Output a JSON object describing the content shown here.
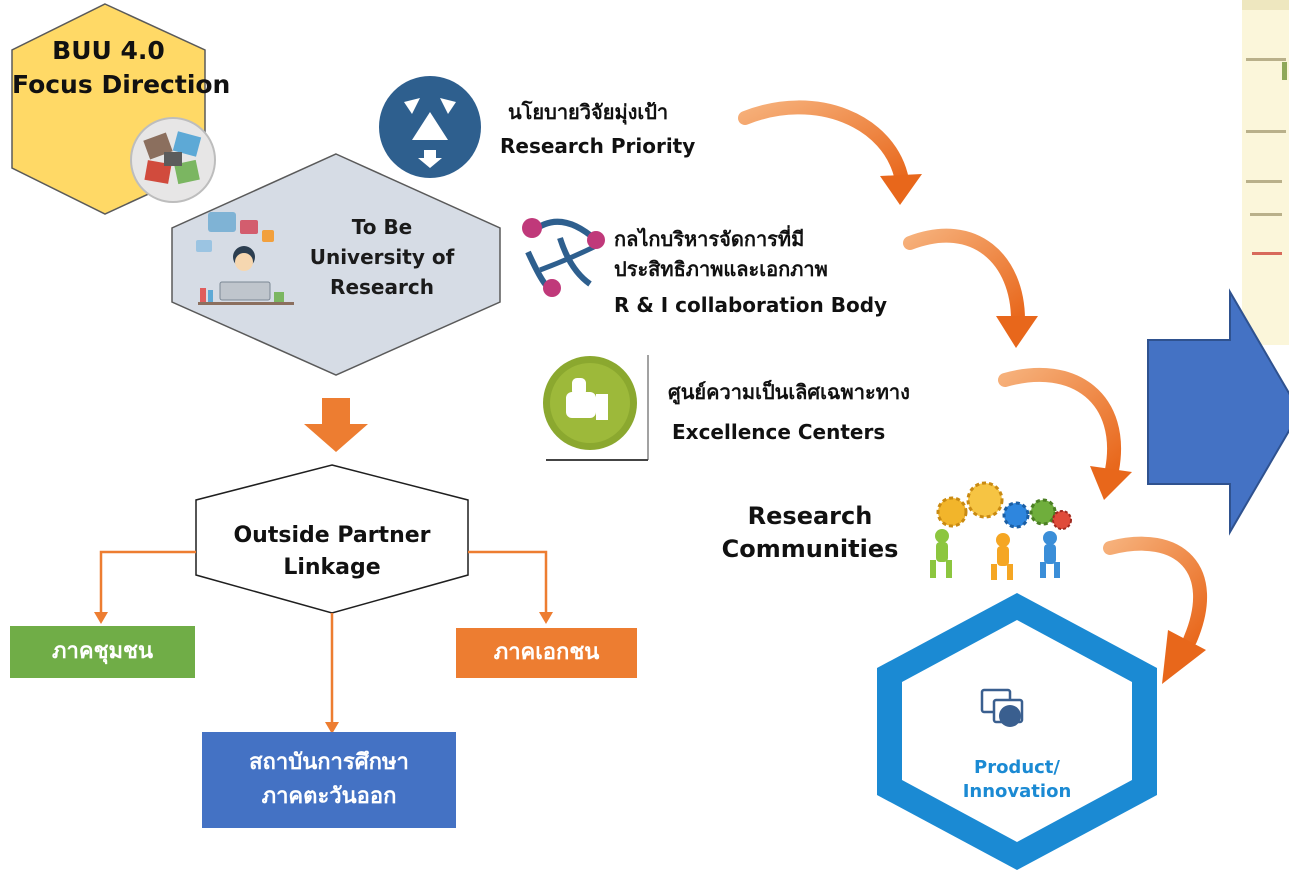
{
  "focus": {
    "line1": "BUU 4.0",
    "line2": "Focus Direction"
  },
  "tobe": {
    "line1": "To Be",
    "line2": "University of",
    "line3": "Research"
  },
  "partner": {
    "line1": "Outside Partner",
    "line2": "Linkage"
  },
  "sectors": {
    "community": "ภาคชุมชน",
    "private": "ภาคเอกชน",
    "education_line1": "สถาบันการศึกษา",
    "education_line2": "ภาคตะวันออก"
  },
  "steps": {
    "policy_th": "นโยบายวิจัยมุ่งเป้า",
    "policy_en": "Research Priority",
    "mechanism_th1": "กลไกบริหารจัดการที่มี",
    "mechanism_th2": "ประสิทธิภาพและเอกภาพ",
    "mechanism_en": "R & I collaboration Body",
    "excellence_th": "ศูนย์ความเป็นเลิศเฉพาะทาง",
    "excellence_en": "Excellence Centers",
    "communities_line1": "Research",
    "communities_line2": "Communities"
  },
  "product": {
    "line1": "Product/",
    "line2": "Innovation"
  },
  "colors": {
    "focus_fill": "#FFD966",
    "tobe_fill": "#D6DCE5",
    "down_arrow": "#ED7D31",
    "community_fill": "#70AD47",
    "private_fill": "#ED7D31",
    "education_fill": "#4472C4",
    "curved_arrow": "#ED7D31",
    "big_arrow": "#4472C4",
    "hexagon_frame": "#1B8AD3",
    "policy_icon": "#2E5F8E"
  }
}
